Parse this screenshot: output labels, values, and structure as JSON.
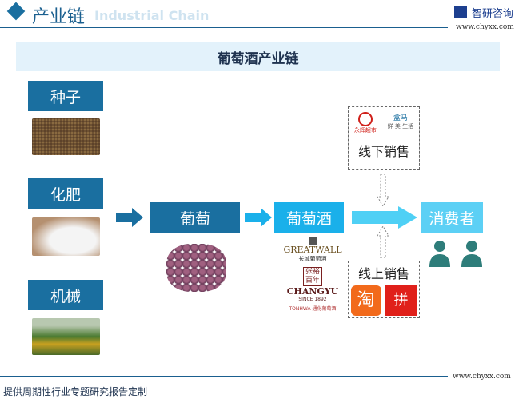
{
  "header": {
    "title": "产业链",
    "subtitle": "Industrial Chain",
    "brand": "智研咨询",
    "url": "www.chyxx.com"
  },
  "diagram": {
    "title": "葡萄酒产业链",
    "inputs": [
      {
        "label": "种子"
      },
      {
        "label": "化肥"
      },
      {
        "label": "机械"
      }
    ],
    "grape": "葡萄",
    "wine": "葡萄酒",
    "consumer": "消费者",
    "offline": {
      "label": "线下销售",
      "brands": [
        "永辉超市",
        "盒马",
        "鲜·美·生活"
      ]
    },
    "online": {
      "label": "线上销售",
      "brands": [
        "淘",
        "拼"
      ]
    },
    "wine_brands": [
      "GREATWALL",
      "长城葡萄酒",
      "张裕",
      "百年",
      "CHANGYU",
      "SINCE 1892",
      "TONHWA",
      "通化葡萄酒"
    ]
  },
  "footer": {
    "text": "提供周期性行业专题研究报告定制",
    "url": "www.chyxx.com"
  },
  "colors": {
    "dark": "#1a6fa0",
    "wine": "#1ab0ea",
    "consumer": "#5cd0f5",
    "title_bg": "#e3f2fb"
  }
}
